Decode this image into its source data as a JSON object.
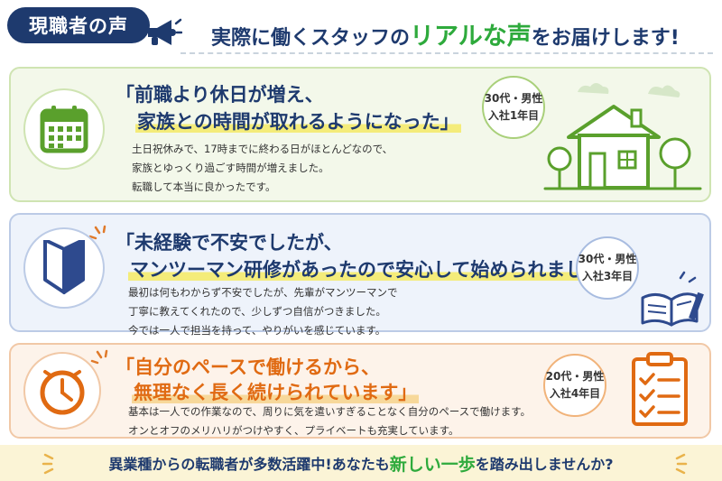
{
  "header": {
    "badge": "現職者の声",
    "title_pre": "実際に働くスタッフの",
    "title_em": "リアルな声",
    "title_post": "をお届けします!"
  },
  "testimonials": [
    {
      "quote_line1": "「前職より休日が増え、",
      "quote_line2": "家族との時間が取れるようになった」",
      "body": [
        "土日祝休みで、17時までに終わる日がほとんどなので、",
        "家族とゆっくり過ごす時間が増えました。",
        "転職して本当に良かったです。"
      ],
      "tag_line1": "30代・男性",
      "tag_line2": "入社1年目",
      "icon": "calendar-icon",
      "accent": "#5aa02c"
    },
    {
      "quote_line1": "「未経験で不安でしたが、",
      "quote_line2": "マンツーマン研修があったので安心して始められました」",
      "body": [
        "最初は何もわからず不安でしたが、先輩がマンツーマンで",
        "丁寧に教えてくれたので、少しずつ自信がつきました。",
        "今では一人で担当を持って、やりがいを感じています。"
      ],
      "tag_line1": "30代・男性",
      "tag_line2": "入社3年目",
      "icon": "beginner-mark-icon",
      "accent": "#2e4a8e"
    },
    {
      "quote_line1": "「自分のペースで働けるから、",
      "quote_line2": "無理なく長く続けられています」",
      "body": [
        "基本は一人での作業なので、周りに気を遣いすぎることなく自分のペースで働けます。",
        "オンとオフのメリハリがつけやすく、プライベートも充実しています。"
      ],
      "tag_line1": "20代・男性",
      "tag_line2": "入社4年目",
      "icon": "clock-icon",
      "accent": "#e06a12"
    }
  ],
  "footer": {
    "pre": "異業種からの転職者が多数活躍中!あなたも",
    "em": "新しい一歩",
    "post": "を踏み出しませんか?"
  },
  "colors": {
    "navy": "#1e3a6e",
    "green": "#2eaa3c",
    "orange": "#e06a12",
    "highlight_yellow": "#f4ec7a"
  }
}
